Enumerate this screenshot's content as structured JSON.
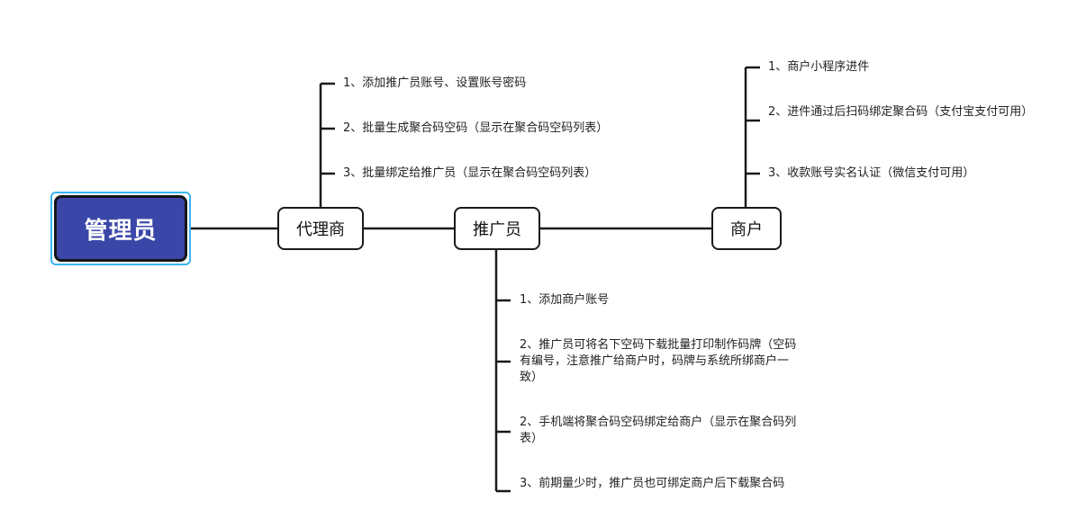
{
  "nodes": {
    "root": "管理员",
    "agent": "代理商",
    "promoter": "推广员",
    "merchant": "商户"
  },
  "agent_items": [
    "1、添加推广员账号、设置账号密码",
    "2、批量生成聚合码空码（显示在聚合码空码列表）",
    "3、批量绑定给推广员（显示在聚合码空码列表）"
  ],
  "merchant_items": [
    "1、商户小程序进件",
    "2、进件通过后扫码绑定聚合码（支付宝支付可用）",
    "3、收款账号实名认证（微信支付可用）"
  ],
  "promoter_items": [
    "1、添加商户账号",
    "2、推广员可将名下空码下载批量打印制作码牌（空码有编号，注意推广给商户时，码牌与系统所绑商户一致）",
    "2、手机端将聚合码空码绑定给商户（显示在聚合码列表）",
    "3、前期量少时，推广员也可绑定商户后下载聚合码"
  ],
  "colors": {
    "root_fill": "#3a47a8",
    "root_outline": "#3ab4f2",
    "line": "#1a1a1a"
  }
}
